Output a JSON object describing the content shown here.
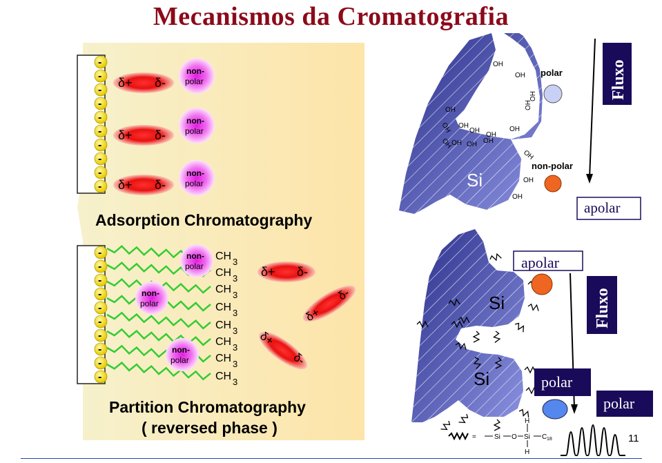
{
  "title": "Mecanismos da Cromatografia",
  "adsorption": {
    "caption": "Adsorption Chromatography",
    "dipole_pos": "δ+",
    "dipole_neg": "δ-",
    "nonpolar_l1": "non-",
    "nonpolar_l2": "polar",
    "charge": "-"
  },
  "partition": {
    "caption_l1": "Partition Chromatography",
    "caption_l2": "( reversed phase )",
    "chain_end": "CH",
    "chain_sub": "3"
  },
  "silica_top": {
    "si": "Si",
    "oh": "OH",
    "ho": "HO",
    "polar": "polar",
    "nonpolar": "non-polar",
    "fluxo": "Fluxo",
    "apolar": "apolar"
  },
  "silica_bottom": {
    "si": "Si",
    "apolar": "apolar",
    "fluxo": "Fluxo",
    "polar_inner": "polar",
    "polar_outer": "polar",
    "legend_eq": "=",
    "legend_si": "Si",
    "legend_o": "O",
    "legend_h": "H",
    "legend_c": "C",
    "legend_c_sub": "18"
  },
  "page_number": "11",
  "colors": {
    "title": "#8b0a1a",
    "panel_left": "#f7efc4",
    "panel_right": "#fde7b0",
    "silica": "#3a3f9e",
    "red_ellipse": "#e8101a",
    "nonpolar_ball": "#e83ce6",
    "chain": "#33cc33",
    "navy_box": "#1a0a5a",
    "orange_ball": "#ee6622",
    "blue_ball": "#5588ee",
    "light_ball": "#c8d0f5"
  }
}
